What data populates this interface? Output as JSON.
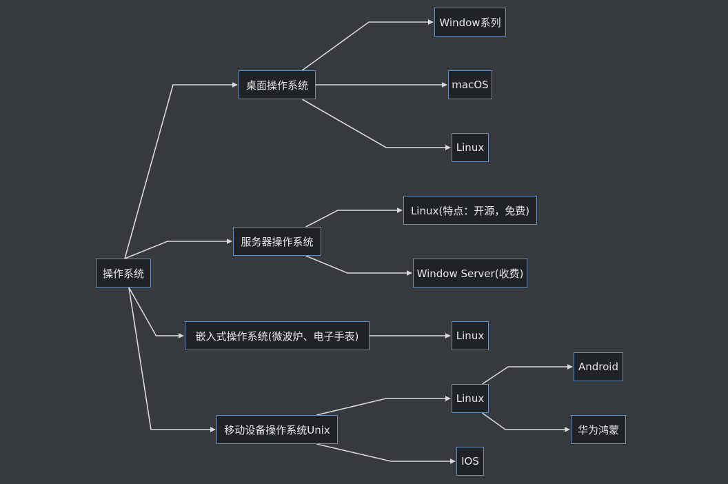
{
  "mindmap": {
    "colors": {
      "background": "#363a3f",
      "node_fill": "#1f2226",
      "node_border": "#6d8fb3",
      "text": "#e6e6e6",
      "edge": "#d9d9d9"
    },
    "root": {
      "label": "操作系统",
      "children": [
        {
          "label": "桌面操作系统",
          "children": [
            {
              "label": "Window系列"
            },
            {
              "label": "macOS"
            },
            {
              "label": "Linux"
            }
          ]
        },
        {
          "label": "服务器操作系统",
          "children": [
            {
              "label": "Linux(特点：开源，免费)"
            },
            {
              "label": "Window Server(收费)"
            }
          ]
        },
        {
          "label": "嵌入式操作系统(微波炉、电子手表)",
          "children": [
            {
              "label": "Linux"
            }
          ]
        },
        {
          "label": "移动设备操作系统Unix",
          "children": [
            {
              "label": "Linux",
              "children": [
                {
                  "label": "Android"
                },
                {
                  "label": "华为鸿蒙"
                }
              ]
            },
            {
              "label": "IOS"
            }
          ]
        }
      ]
    }
  }
}
